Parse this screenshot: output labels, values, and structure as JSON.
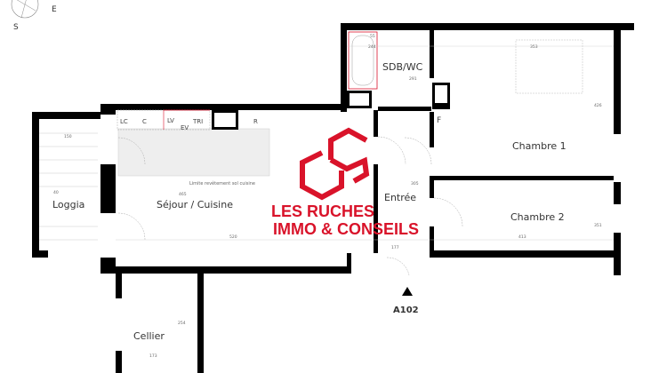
{
  "compass": {
    "south": "S",
    "east": "E"
  },
  "rooms": {
    "bathroom": "SDB/WC",
    "bedroom1": "Chambre 1",
    "bedroom2": "Chambre 2",
    "entry": "Entrée",
    "living": "Séjour / Cuisine",
    "loggia": "Loggia",
    "cellar": "Cellier"
  },
  "fixtures": {
    "lc": "LC",
    "c": "C",
    "lv": "LV",
    "ev": "EV",
    "tri": "TRI",
    "r": "R",
    "f": "F"
  },
  "notes": {
    "kitchen_floor_limit": "Limite revêtement sol cuisine"
  },
  "dimensions": {
    "d55": "55",
    "d244": "244",
    "d353": "353",
    "d150": "150",
    "d520": "520",
    "d413": "413",
    "d177": "177",
    "d173": "173",
    "d426": "426",
    "d351": "351",
    "d465": "465",
    "d254": "254",
    "d40": "40",
    "d291": "291",
    "d305": "305"
  },
  "unit_label": "A102",
  "logo": {
    "line1": "LES RUCHES",
    "line2": "IMMO & CONSEILS",
    "color": "#d9132a"
  },
  "colors": {
    "wall": "#000000",
    "kitchen_zone": "#eeeeee",
    "accent": "#d9132a"
  }
}
